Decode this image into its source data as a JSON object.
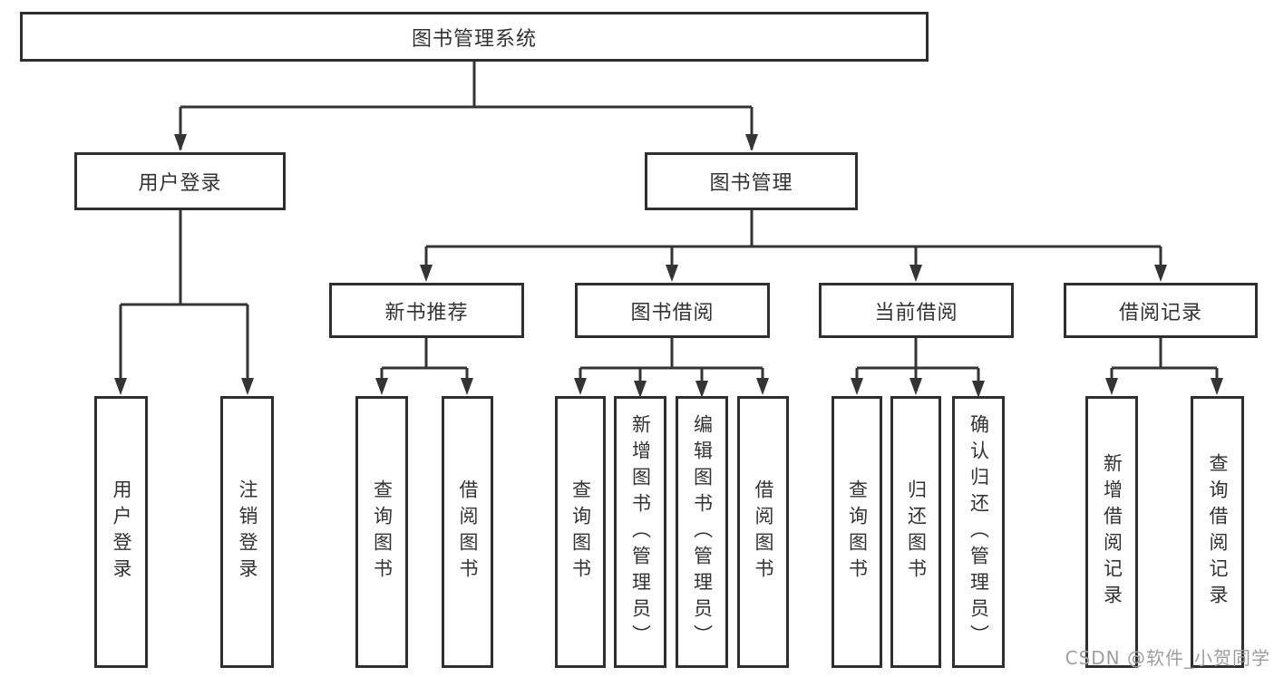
{
  "diagram_title": "图书管理系统",
  "nodes": {
    "root": "图书管理系统",
    "l2": [
      "用户登录",
      "图书管理"
    ],
    "l3": [
      "新书推荐",
      "图书借阅",
      "当前借阅",
      "借阅记录"
    ],
    "leaves": [
      "用户登录",
      "注销登录",
      "查询图书",
      "借阅图书",
      "查询图书",
      "新增图书（管理员）",
      "编辑图书（管理员）",
      "借阅图书",
      "查询图书",
      "归还图书",
      "确认归还（管理员）",
      "新增借阅记录",
      "查询借阅记录"
    ]
  },
  "hierarchy": {
    "图书管理系统": {
      "用户登录": [
        "用户登录",
        "注销登录"
      ],
      "图书管理": {
        "新书推荐": [
          "查询图书",
          "借阅图书"
        ],
        "图书借阅": [
          "查询图书",
          "新增图书（管理员）",
          "编辑图书（管理员）",
          "借阅图书"
        ],
        "当前借阅": [
          "查询图书",
          "归还图书",
          "确认归还（管理员）"
        ],
        "借阅记录": [
          "新增借阅记录",
          "查询借阅记录"
        ]
      }
    }
  },
  "colors": {
    "background": "#ffffff",
    "box_border": "#2f2f2f",
    "line": "#343434",
    "text": "#333333",
    "watermark": "#9e9e9e"
  },
  "watermark": "CSDN @软件_小贺同学"
}
